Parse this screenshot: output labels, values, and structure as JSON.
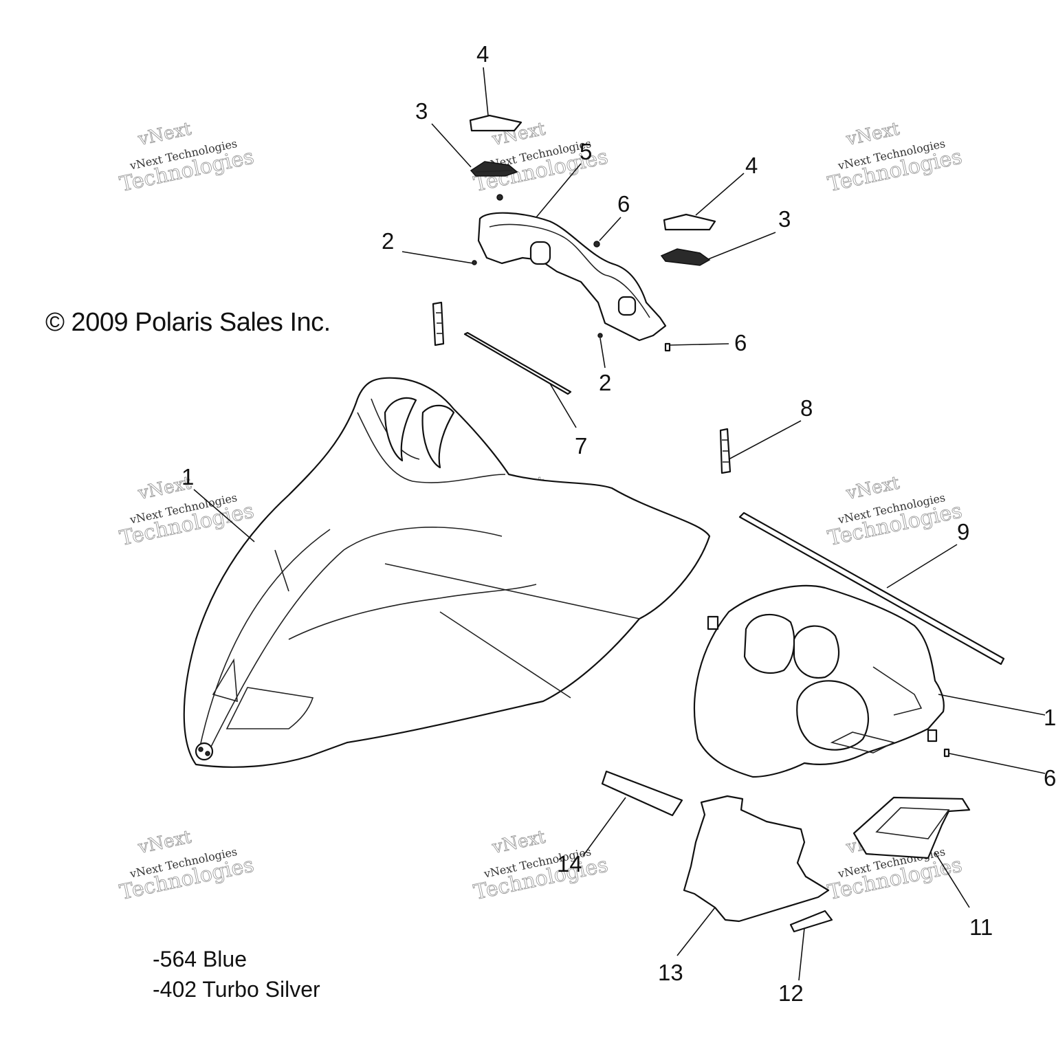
{
  "copyright": "© 2009 Polaris Sales Inc.",
  "color_variants": [
    "-564 Blue",
    "-402 Turbo Silver"
  ],
  "callouts": [
    "1",
    "2",
    "2",
    "3",
    "3",
    "4",
    "4",
    "5",
    "6",
    "6",
    "6",
    "7",
    "8",
    "9",
    "1",
    "11",
    "12",
    "13",
    "14"
  ],
  "watermark": {
    "line1": "vNext",
    "line2": "vNext Technologies",
    "line3": "Technologies"
  },
  "colors": {
    "ink": "#111111",
    "watermark": "#9a9a9a"
  }
}
